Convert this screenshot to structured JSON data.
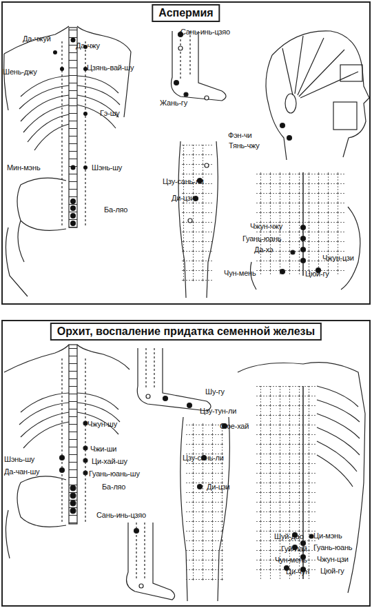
{
  "diagram": {
    "nodes": [
      {
        "text": [
          "Аспермия"
        ]
      },
      {
        "text": [
          "Орхит, воспаление придатка семенной железы"
        ]
      }
    ],
    "labels": [
      "Да-чжуй",
      "Да-чжу",
      "Шень-джу",
      "Цзянь-вай-шу",
      "Гэ-шу",
      "Мин-мэнь",
      "Шэнь-шу",
      "Ба-ляо",
      "Сань-инь-цзяо",
      "Жань-гу",
      "Фэн-чи",
      "Тянь-чжу",
      "Цзу-сань-ли",
      "Ди-цзи",
      "Чжун-чжу",
      "Гуань-юань",
      "Да-хэ",
      "Чжун-цзи",
      "Чун-мень",
      "Цюй-гу",
      "Шу-гу",
      "Цзу-тун-ли",
      "Сюе-хай",
      "Цзу-сань-ли",
      "Ди-цзи",
      "Чжун-шу",
      "Шэнь-шу",
      "Чжи-ши",
      "Ци-хай-шу",
      "Да-чан-шу",
      "Гуань-юань-шу",
      "Ба-ляо",
      "Сань-инь-цзяо",
      "Шуй-дао",
      "Ци-мэнь",
      "Гуань-юань",
      "Гуй-лай",
      "Чжун-цзи",
      "Чун-мень",
      "Ци-чун",
      "Цюй-гу"
    ]
  }
}
